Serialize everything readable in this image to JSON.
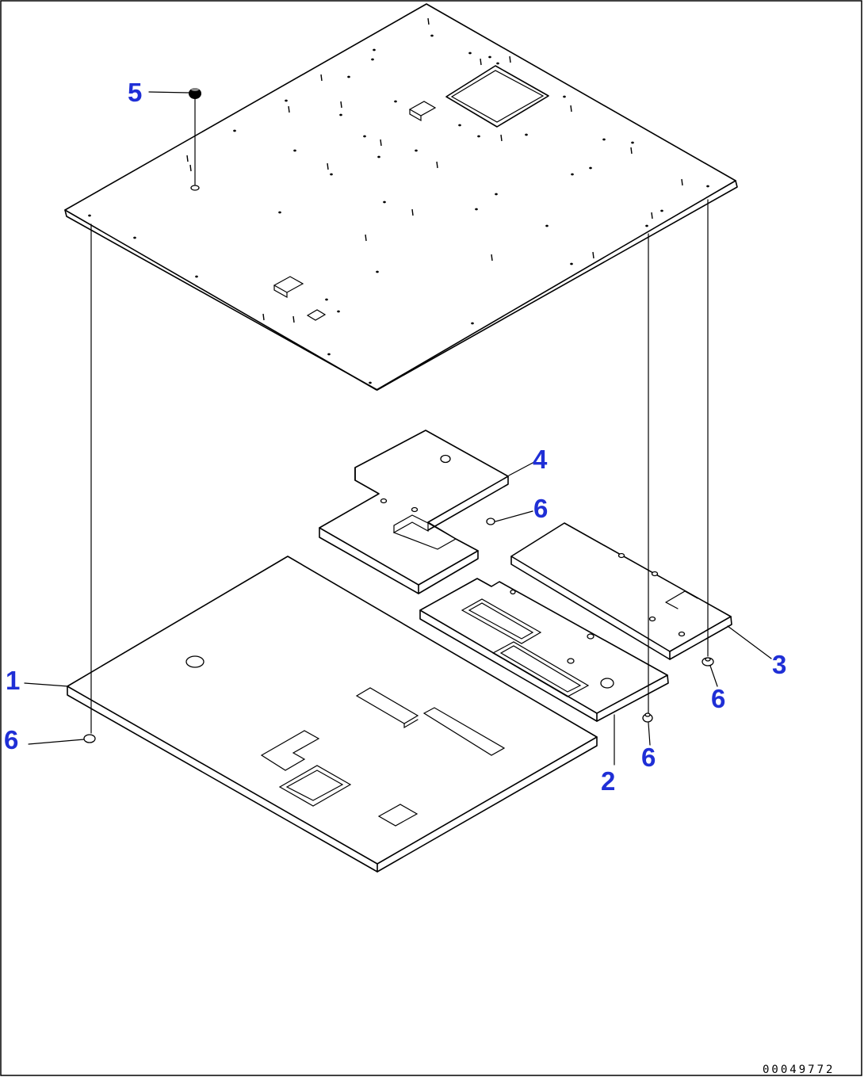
{
  "callouts": [
    {
      "label": "1"
    },
    {
      "label": "2"
    },
    {
      "label": "3"
    },
    {
      "label": "4"
    },
    {
      "label": "5"
    },
    {
      "label": "6"
    },
    {
      "label": "6"
    },
    {
      "label": "6"
    },
    {
      "label": "6"
    }
  ],
  "callout_color": "#1f2fd6",
  "line_color": "#000000",
  "document_number": "00049772",
  "icons": {
    "plug": "filled-plug-icon",
    "clip": "clip-ring-icon"
  }
}
